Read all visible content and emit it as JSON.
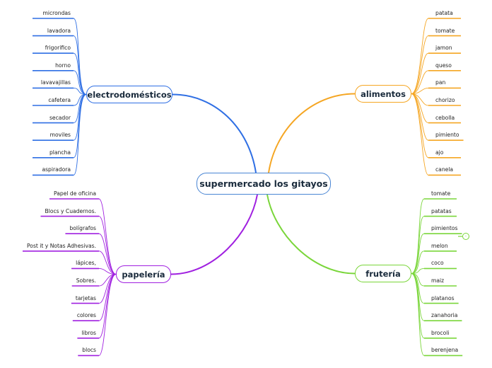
{
  "central": {
    "label": "supermercado los gitayos"
  },
  "branches": [
    {
      "id": "electro",
      "label": "electrodomésticos",
      "color": "#2f6fe4",
      "side": "left",
      "items": [
        "microndas",
        "lavadora",
        "frigorifico",
        "horno",
        "lavavajillas",
        "cafetera",
        "secador",
        "moviles",
        "plancha",
        "aspiradora"
      ]
    },
    {
      "id": "alimentos",
      "label": "alimentos",
      "color": "#f5a623",
      "side": "right",
      "items": [
        "patata",
        "tomate",
        "jamon",
        "queso",
        "pan",
        "chorizo",
        "cebolla",
        "pimiento",
        "ajo",
        "canela"
      ]
    },
    {
      "id": "papeleria",
      "label": "papelería",
      "color": "#a020e0",
      "side": "left",
      "items": [
        "Papel de oficina",
        "Blocs y Cuadernos.",
        "bolígrafos",
        "Post it y Notas Adhesivas.",
        "lápices,",
        "Sobres.",
        "tarjetas",
        "colores",
        "libros",
        "blocs"
      ]
    },
    {
      "id": "fruteria",
      "label": "frutería",
      "color": "#7ad63a",
      "side": "right",
      "items": [
        "tomate",
        "patatas",
        "pimientos",
        "melon",
        "coco",
        "maiz",
        "platanos",
        "zanahoria",
        "brocoli",
        "berenjena"
      ]
    }
  ],
  "collapse_symbol": "-"
}
